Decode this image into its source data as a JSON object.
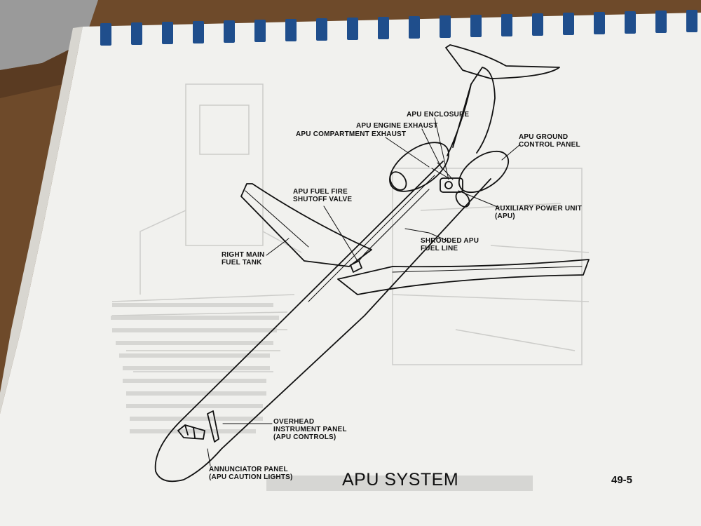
{
  "labels": {
    "apu_enclosure": "APU ENCLOSURE",
    "apu_engine_exhaust": "APU ENGINE EXHAUST",
    "apu_compartment_exhaust": "APU COMPARTMENT EXHAUST",
    "apu_ground_control_panel": "APU GROUND\nCONTROL PANEL",
    "apu_fuel_fire_shutoff_valve": "APU FUEL FIRE\nSHUTOFF VALVE",
    "auxiliary_power_unit": "AUXILIARY POWER UNIT\n(APU)",
    "shrouded_apu_fuel_line": "SHROUDED APU\nFUEL LINE",
    "right_main_fuel_tank": "RIGHT MAIN\nFUEL TANK",
    "overhead_instrument_panel": "OVERHEAD\nINSTRUMENT PANEL\n(APU CONTROLS)",
    "annunciator_panel": "ANNUNCIATOR PANEL\n(APU CAUTION LIGHTS)"
  },
  "page": {
    "title": "APU SYSTEM",
    "number": "49-5"
  },
  "colors": {
    "paper": "#f1f1ee",
    "binding": "#1f4e8c",
    "line": "#111111",
    "background": "#6e4a2a"
  }
}
